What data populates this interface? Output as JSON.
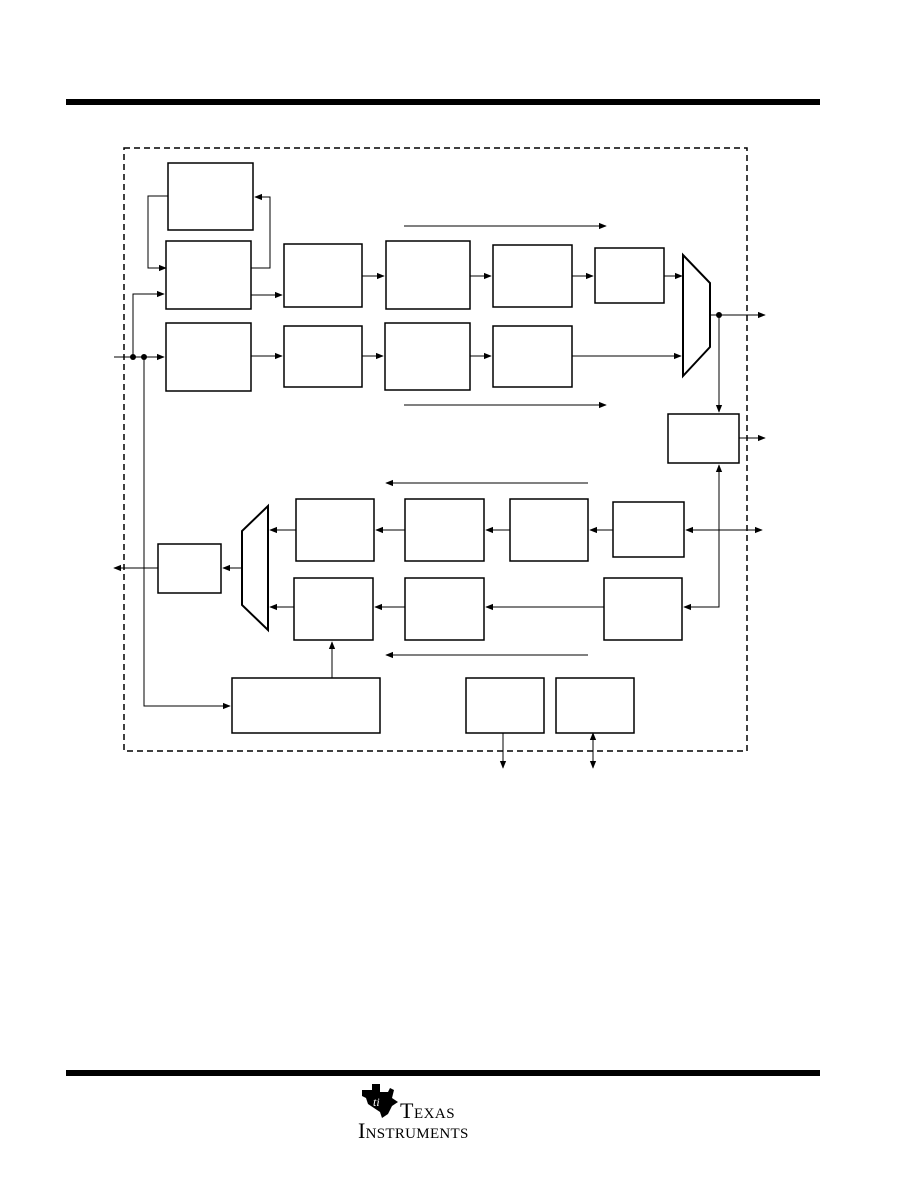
{
  "header": {},
  "diagram": {
    "blocks": [
      {
        "id": "blk-top-aux"
      },
      {
        "id": "blk-tx-in"
      },
      {
        "id": "blk-tx-a2"
      },
      {
        "id": "blk-tx-a3"
      },
      {
        "id": "blk-tx-a4"
      },
      {
        "id": "blk-tx-a5"
      },
      {
        "id": "blk-tx-b1"
      },
      {
        "id": "blk-tx-b2"
      },
      {
        "id": "blk-tx-b3"
      },
      {
        "id": "blk-tx-b4"
      },
      {
        "id": "blk-out-ctrl"
      },
      {
        "id": "blk-rx-a1"
      },
      {
        "id": "blk-rx-a2"
      },
      {
        "id": "blk-rx-a3"
      },
      {
        "id": "blk-rx-a4"
      },
      {
        "id": "blk-rx-out"
      },
      {
        "id": "blk-rx-b1"
      },
      {
        "id": "blk-rx-b2"
      },
      {
        "id": "blk-rx-b3"
      },
      {
        "id": "blk-ctrl-wide"
      },
      {
        "id": "blk-io-1"
      },
      {
        "id": "blk-io-2"
      }
    ]
  },
  "footer": {
    "logo_line1": "Texas",
    "logo_line2": "Instruments"
  }
}
